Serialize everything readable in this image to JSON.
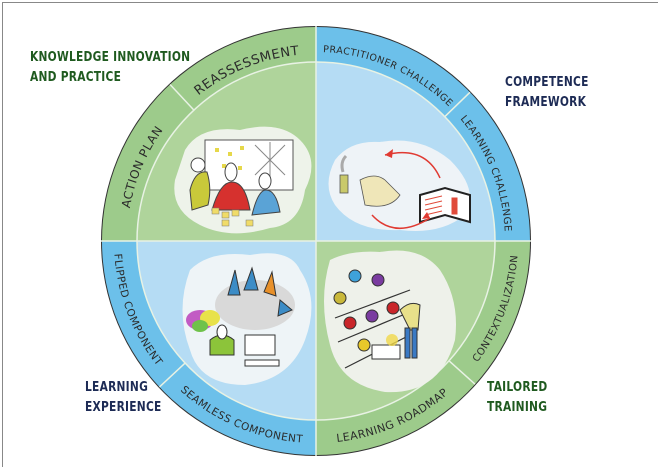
{
  "corner_labels": {
    "top_left": [
      "Knowledge Innovation",
      "and Practice"
    ],
    "top_right": [
      "Competence",
      "Framework"
    ],
    "bottom_left": [
      "Learning",
      "Experience"
    ],
    "bottom_right": [
      "Tailored",
      "Training"
    ]
  },
  "ring_labels": {
    "reassessment": "REASSESSMENT",
    "practitioner_challenge": "PRACTITIONER CHALLENGE",
    "learning_challenge": "LEARNING CHALLENGE",
    "action_plan": "ACTION PLAN",
    "flipped_component": "FLIPPED COMPONENT",
    "seamless_component": "SEAMLESS COMPONENT",
    "learning_roadmap": "LEARNING ROADMAP",
    "contextualization": "CONTEXTUALIZATION"
  },
  "colors": {
    "green_ring": "#9dcb8b",
    "green_inner": "#afd49b",
    "blue_ring": "#6cc0ea",
    "blue_inner": "#b5dcf4"
  }
}
